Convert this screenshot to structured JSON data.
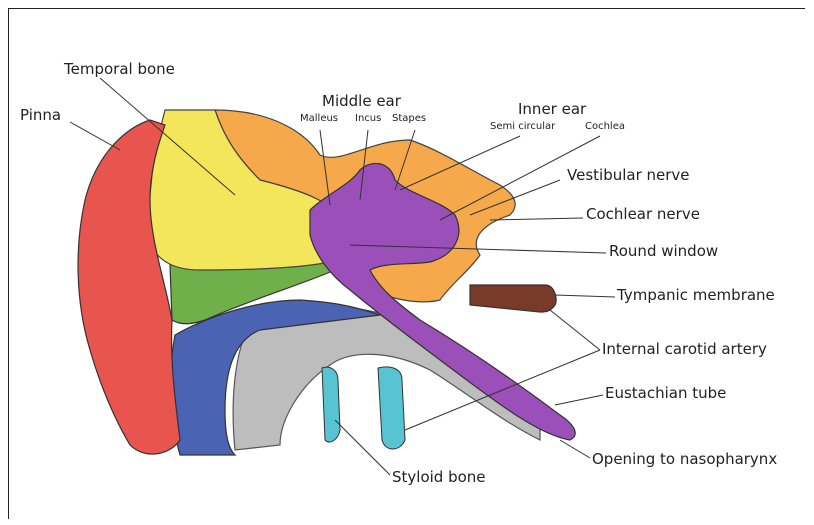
{
  "labels": {
    "temporal_bone": "Temporal bone",
    "pinna": "Pinna",
    "middle_ear": "Middle ear",
    "malleus": "Malleus",
    "incus": "Incus",
    "stapes": "Stapes",
    "inner_ear": "Inner ear",
    "semi_circular": "Semi circular",
    "cochlea": "Cochlea",
    "vestibular_nerve": "Vestibular nerve",
    "cochlear_nerve": "Cochlear nerve",
    "round_window": "Round window",
    "tympanic_membrane": "Tympanic membrane",
    "internal_carotid_artery": "Internal carotid artery",
    "eustachian_tube": "Eustachian tube",
    "opening_to_nasopharynx": "Opening to nasopharynx",
    "styloid_bone": "Styloid bone"
  },
  "colors": {
    "pinna": "#e8554e",
    "temporal_bone": "#f3e65a",
    "outer_bone": "#f5a94a",
    "inner_ear": "#9b4fb8",
    "green_canal": "#6fb04a",
    "blue_region": "#4a63b3",
    "grey_region": "#bdbdbd",
    "styloid": "#58c3d3",
    "tympanic": "#7a3a2a"
  }
}
